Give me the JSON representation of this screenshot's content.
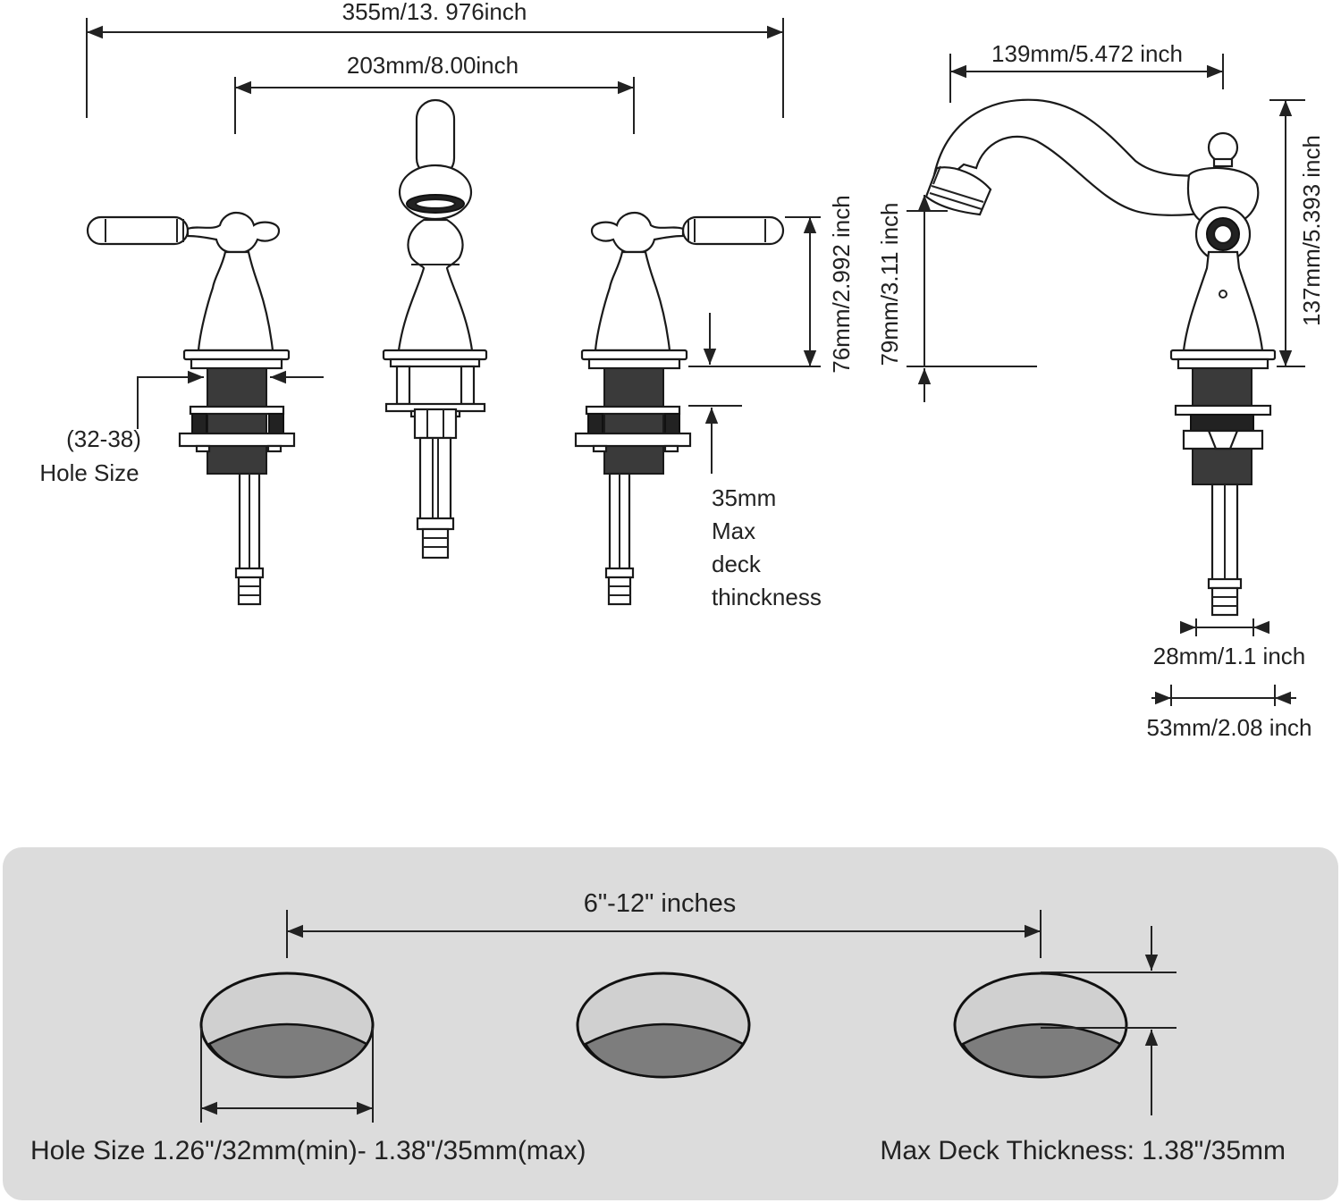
{
  "front_view": {
    "overall_width": "355m/13. 976inch",
    "center_spacing": "203mm/8.00inch",
    "handle_height": "76mm/2.992 inch",
    "hole_size_range": "(32-38)",
    "hole_size_label": "Hole Size",
    "deck_thickness_lines": [
      "35mm",
      "Max",
      "deck",
      "thinckness"
    ]
  },
  "side_view": {
    "spout_reach": "139mm/5.472 inch",
    "overall_height": "137mm/5.393 inch",
    "spout_height": "79mm/3.11 inch",
    "shank_diameter": "28mm/1.1 inch",
    "base_diameter": "53mm/2.08 inch"
  },
  "installation_panel": {
    "spread": "6\"-12\" inches",
    "hole_size_note": "Hole Size 1.26\"/32mm(min)- 1.38\"/35mm(max)",
    "deck_note": "Max Deck Thickness: 1.38\"/35mm"
  },
  "colors": {
    "panel_bg": "#dcdcdc",
    "line": "#1a1a1a",
    "hole_inner": "#7d7d7d",
    "text": "#222222"
  }
}
